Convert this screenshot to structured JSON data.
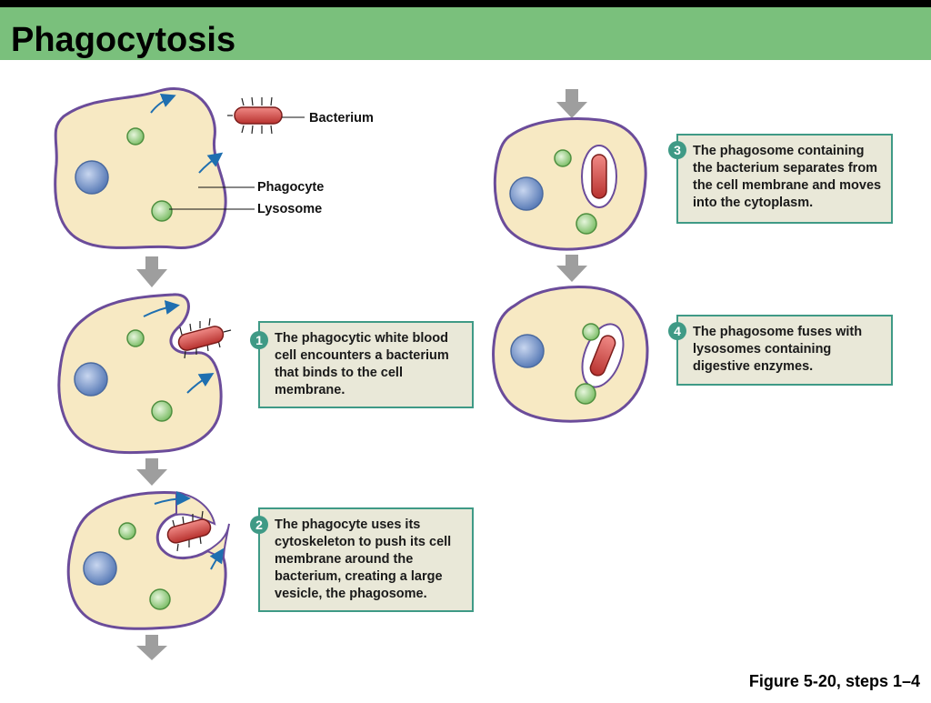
{
  "slide": {
    "title": "Phagocytosis",
    "figure_caption": "Figure 5-20, steps 1–4"
  },
  "labels": {
    "bacterium": "Bacterium",
    "phagocyte": "Phagocyte",
    "lysosome": "Lysosome"
  },
  "steps": [
    {
      "number": "1",
      "text": "The phagocytic white blood cell encounters a bacterium that binds to the cell membrane."
    },
    {
      "number": "2",
      "text": "The phagocyte uses its cytoskeleton to push its cell membrane around the bacterium, creating a large vesicle, the phagosome."
    },
    {
      "number": "3",
      "text": "The phagosome containing the bacterium separates from the cell membrane and moves into the cytoplasm."
    },
    {
      "number": "4",
      "text": "The phagosome fuses with lysosomes containing digestive enzymes."
    }
  ],
  "colors": {
    "title_bar": "#7ac07c",
    "cell_fill": "#f7e9c3",
    "cell_outline": "#6b4c9a",
    "nucleus": "#7d98c9",
    "lysosome": "#9fd08f",
    "bacterium": "#d9534f",
    "callout_fill": "#e9e8d8",
    "callout_border": "#3f9a86",
    "arrow": "#1f6fb0",
    "flow_arrow": "#9e9e9e"
  }
}
